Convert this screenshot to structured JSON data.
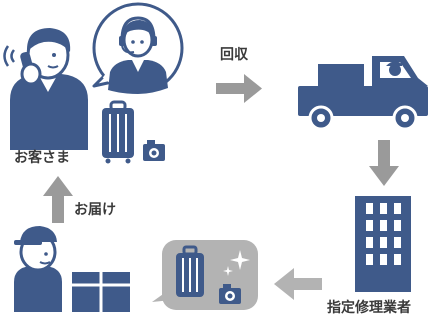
{
  "colors": {
    "navy": "#3f5a8a",
    "gray": "#9a9a9a",
    "light_gray": "#b3b3b3",
    "white": "#ffffff"
  },
  "labels": {
    "customer": "お客さま",
    "collection": "回収",
    "delivery": "お届け",
    "repair_shop": "指定修理業者"
  },
  "icons": [
    "customer-on-phone-icon",
    "call-center-operator-icon",
    "suitcase-icon",
    "camera-icon",
    "delivery-truck-icon",
    "repair-building-icon",
    "repaired-items-icon",
    "delivery-worker-icon",
    "cardboard-box-icon",
    "arrow-right-icon",
    "arrow-down-icon",
    "arrow-left-icon",
    "arrow-up-icon"
  ]
}
